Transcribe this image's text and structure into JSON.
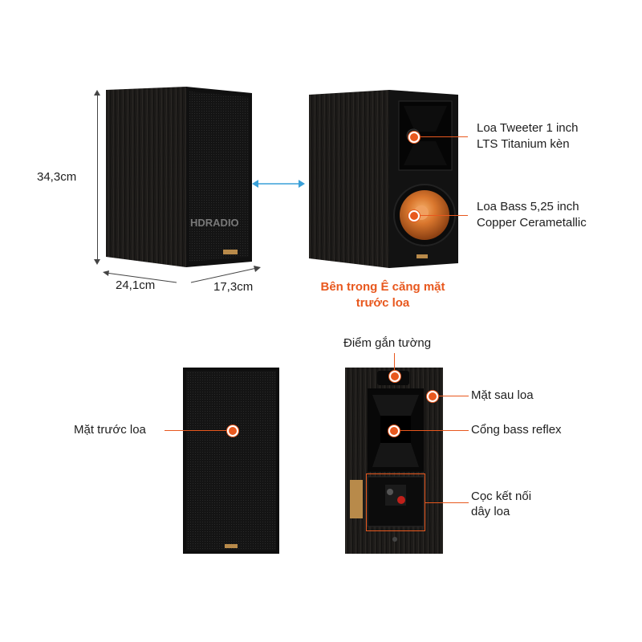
{
  "dimensions": {
    "height": "34,3cm",
    "width": "24,1cm",
    "depth": "17,3cm"
  },
  "watermark": {
    "text": "HDRADIO"
  },
  "front_view_caption": "Bên trong Ê căng mặt trước loa",
  "callouts": {
    "tweeter": {
      "line1": "Loa Tweeter 1 inch",
      "line2": "LTS Titanium kèn"
    },
    "woofer": {
      "line1": "Loa Bass 5,25 inch",
      "line2": "Copper Cerametallic"
    },
    "wall_mount": "Điểm gắn tường",
    "back_panel": "Mặt sau loa",
    "bass_port": "Cổng bass reflex",
    "terminals": {
      "line1": "Cọc kết nối",
      "line2": "dây loa"
    },
    "front_grille": "Mặt trước loa"
  },
  "colors": {
    "accent": "#e8581e",
    "arrow": "#3aa0d8",
    "cabinet": "#1e1c1a",
    "copper": "#d9762d"
  },
  "icons": [
    "double-arrow-icon"
  ]
}
